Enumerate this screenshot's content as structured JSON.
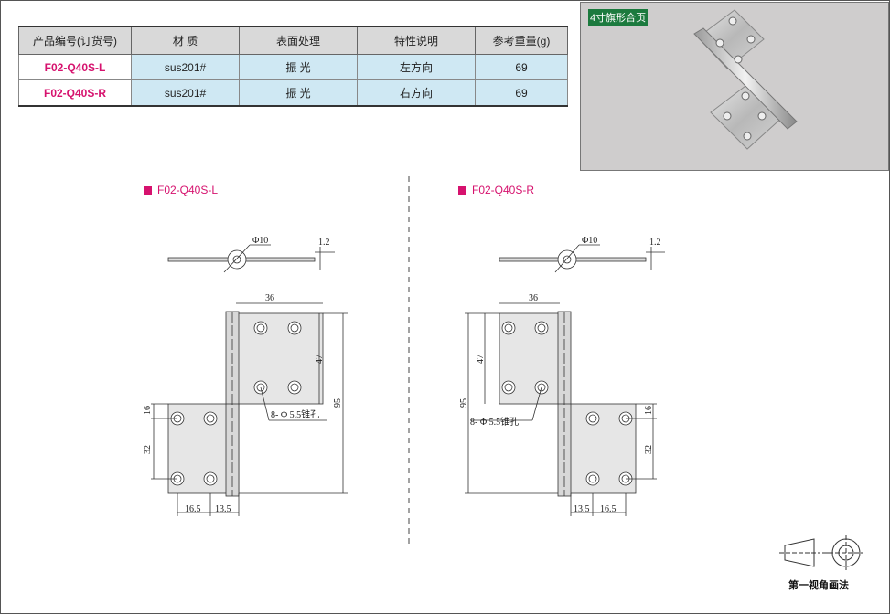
{
  "table": {
    "headers": [
      "产品编号(订货号)",
      "材 质",
      "表面处理",
      "特性说明",
      "参考重量(g)"
    ],
    "rows": [
      {
        "code": "F02-Q40S-L",
        "material": "sus201#",
        "surface": "振 光",
        "feature": "左方向",
        "weight": "69"
      },
      {
        "code": "F02-Q40S-R",
        "material": "sus201#",
        "surface": "振 光",
        "feature": "右方向",
        "weight": "69"
      }
    ]
  },
  "photo": {
    "label": "4寸旗形合页"
  },
  "drawing_left": {
    "title": "F02-Q40S-L",
    "phi": "Φ10",
    "thickness": "1.2",
    "width_top": "36",
    "height_top": "47",
    "total_height": "95",
    "hole_offset": "16",
    "hole_pitch": "32",
    "hole_note": "8- Φ 5.5锥孔",
    "bottom_a": "16.5",
    "bottom_b": "13.5"
  },
  "drawing_right": {
    "title": "F02-Q40S-R",
    "phi": "Φ10",
    "thickness": "1.2",
    "width_top": "36",
    "height_top": "47",
    "total_height": "95",
    "hole_offset": "16",
    "hole_pitch": "32",
    "hole_note": "8- Φ 5.5锥孔",
    "bottom_a": "13.5",
    "bottom_b": "16.5"
  },
  "projection": {
    "label": "第一视角画法"
  }
}
